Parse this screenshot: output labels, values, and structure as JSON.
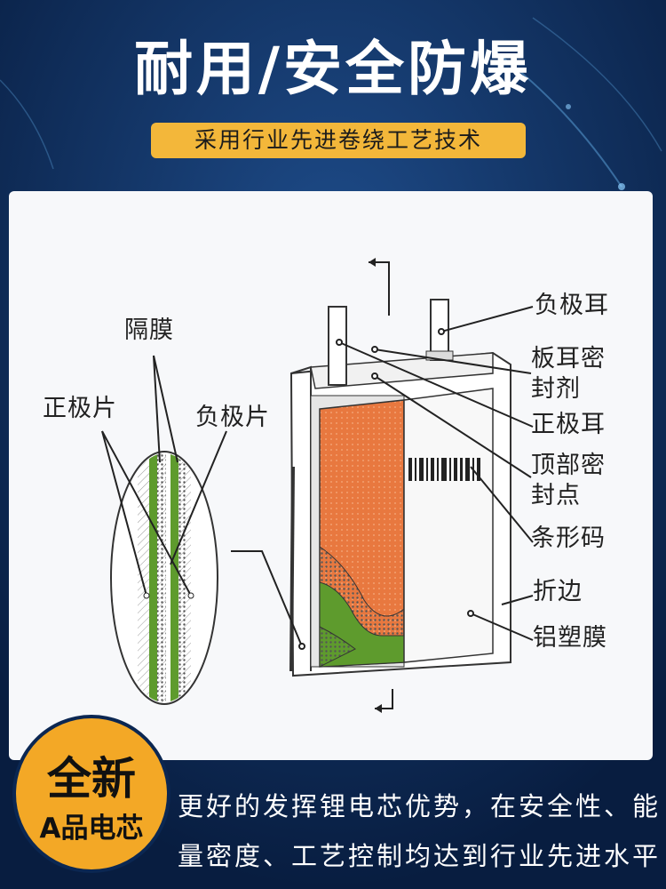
{
  "header": {
    "title": "耐用/安全防爆",
    "subtitle": "采用行业先进卷绕工艺技术"
  },
  "diagram": {
    "labels": {
      "separator": "隔膜",
      "positive_sheet": "正极片",
      "negative_sheet": "负极片",
      "negative_tab": "负极耳",
      "tab_sealant": "板耳密\n封剂",
      "positive_tab": "正极耳",
      "top_seal_point": "顶部密\n封点",
      "barcode": "条形码",
      "folded_edge": "折边",
      "aluminum_film": "铝塑膜"
    }
  },
  "badge": {
    "main": "全新",
    "sub": "A品电芯"
  },
  "description": {
    "line1": "更好的发挥锂电芯优势，在安全性、能",
    "line2": "量密度、工艺控制均达到行业先进水平"
  },
  "colors": {
    "background": "#0b2752",
    "accent": "#f3b73a",
    "badge": "#f3a826",
    "electrode_orange": "#e8783f",
    "electrode_green": "#5e9b2d"
  }
}
